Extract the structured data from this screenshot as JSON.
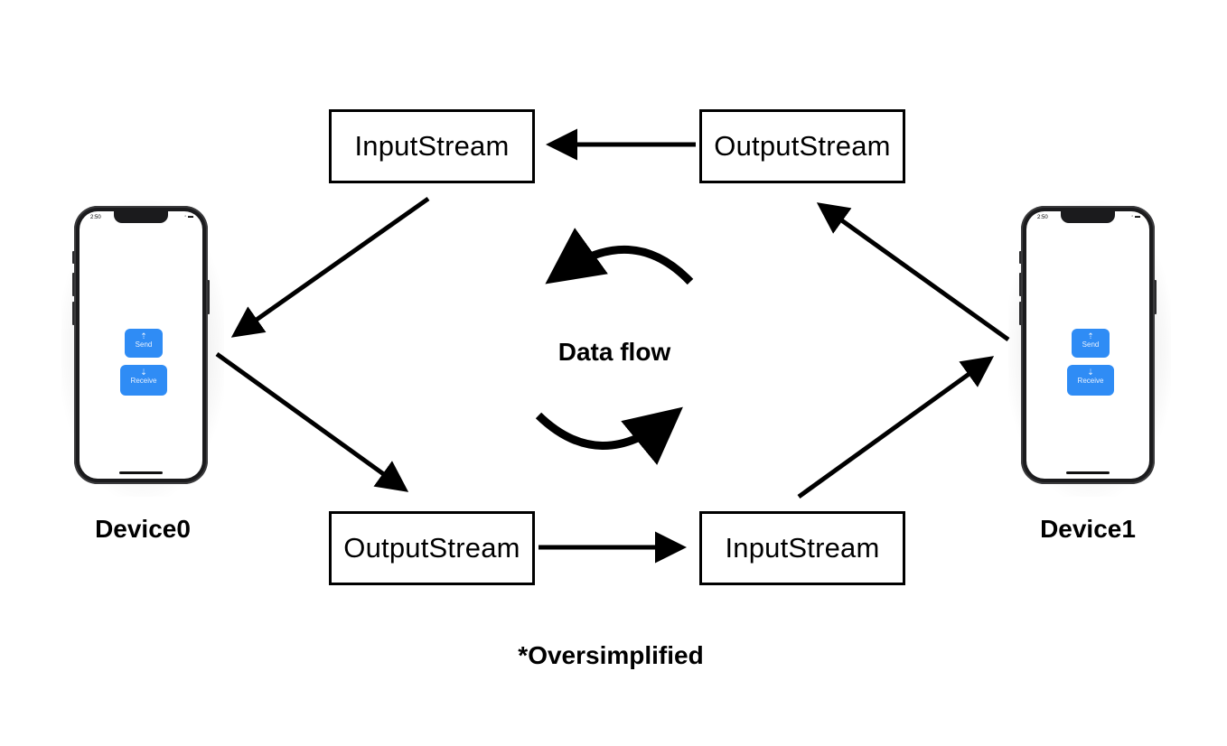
{
  "streams": {
    "top_left": "InputStream",
    "top_right": "OutputStream",
    "bottom_left": "OutputStream",
    "bottom_right": "InputStream"
  },
  "devices": {
    "left": {
      "label": "Device0",
      "status_time": "2:50",
      "send_label": "Send",
      "receive_label": "Receive",
      "send_icon": "upload-icon",
      "receive_icon": "download-icon"
    },
    "right": {
      "label": "Device1",
      "status_time": "2:50",
      "send_label": "Send",
      "receive_label": "Receive",
      "send_icon": "upload-icon",
      "receive_icon": "download-icon"
    }
  },
  "center": {
    "label": "Data flow"
  },
  "footnote": "*Oversimplified",
  "colors": {
    "app_button": "#2f8cf5",
    "line": "#000000"
  }
}
